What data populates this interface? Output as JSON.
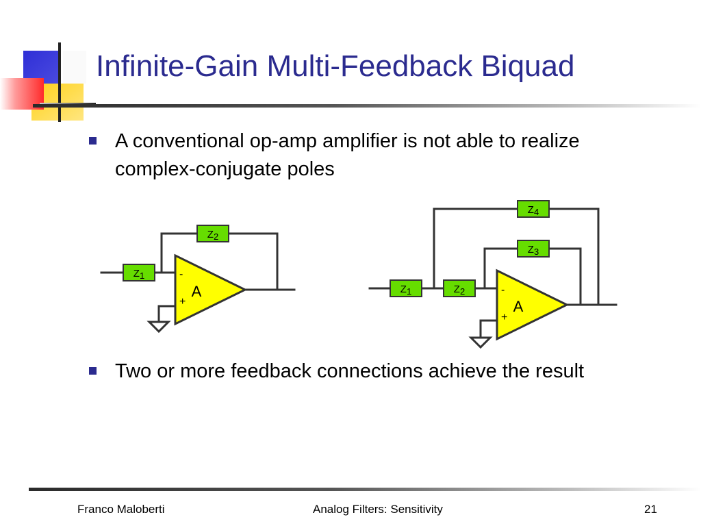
{
  "slide": {
    "title": "Infinite-Gain Multi-Feedback Biquad",
    "bullets": [
      "A conventional op-amp amplifier is not able to realize complex-conjugate poles",
      "Two or more feedback connections achieve the result"
    ]
  },
  "circuit1": {
    "z1": {
      "letter": "Z",
      "sub": "1"
    },
    "z2": {
      "letter": "Z",
      "sub": "2"
    },
    "opamp": {
      "label": "A",
      "minus": "-",
      "plus": "+"
    }
  },
  "circuit2": {
    "z1": {
      "letter": "Z",
      "sub": "1"
    },
    "z2": {
      "letter": "Z",
      "sub": "2"
    },
    "z3": {
      "letter": "Z",
      "sub": "3"
    },
    "z4": {
      "letter": "Z",
      "sub": "4"
    },
    "opamp": {
      "label": "A",
      "minus": "-",
      "plus": "+"
    }
  },
  "footer": {
    "author": "Franco Maloberti",
    "course": "Analog Filters: Sensitivity",
    "page": "21"
  },
  "colors": {
    "title": "#2b2b8f",
    "impedance_fill": "#66dd00",
    "opamp_fill": "#ffff00",
    "deco_blue": "#3333cc",
    "deco_yellow": "#ffcc00",
    "deco_red": "#ff3333"
  }
}
